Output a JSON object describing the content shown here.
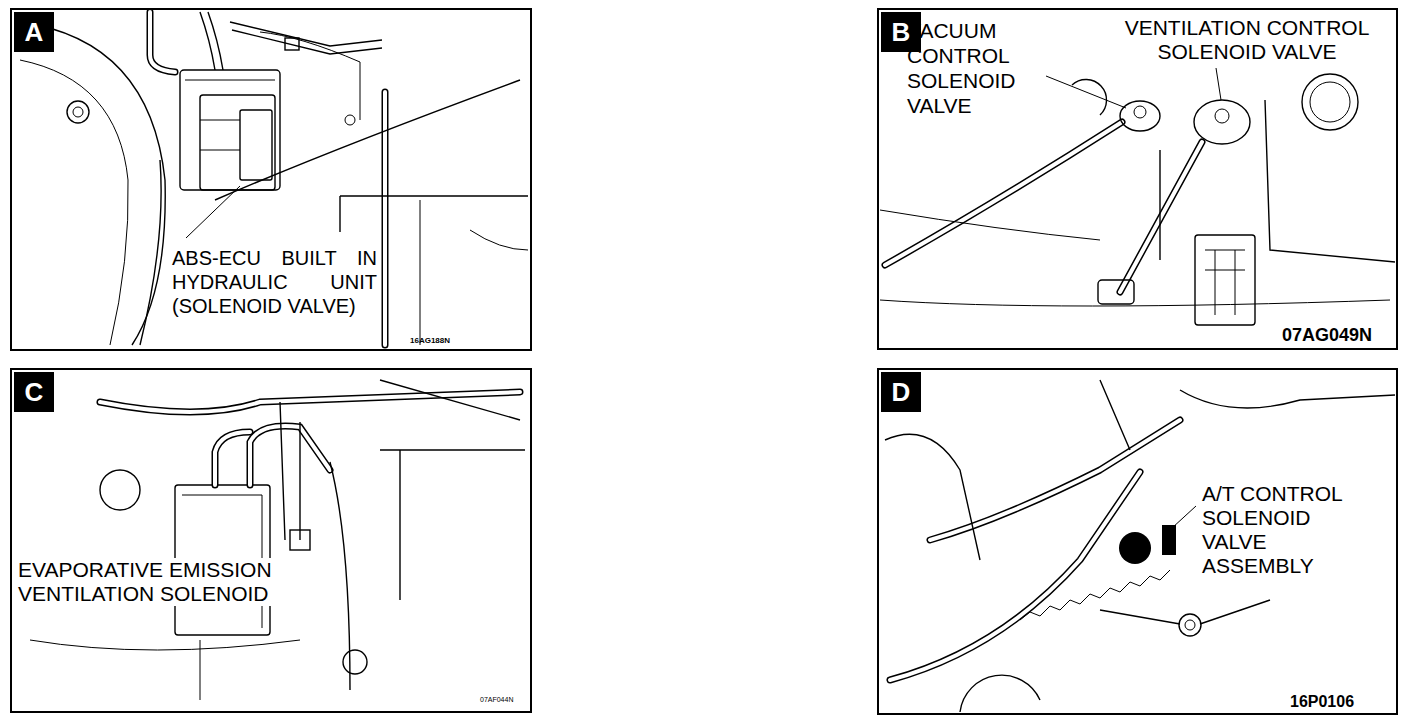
{
  "diagram": {
    "nodes": [
      {
        "text": [
          "ABS-ECU BUILT IN HYDRAULIC UNIT (SOLENOID VALVE)",
          "16AG188N"
        ]
      },
      {
        "text": [
          "A"
        ],
        "in": 0
      },
      {
        "text": [
          "VACUUM CONTROL SOLENOID VALVE",
          "VENTILATION CONTROL SOLENOID VALVE",
          "07AG049N"
        ]
      },
      {
        "text": [
          "B"
        ],
        "in": 2
      },
      {
        "text": [
          "EVAPORATIVE EMISSION VENTILATION SOLENOID",
          "07AF044N"
        ]
      },
      {
        "text": [
          "C"
        ],
        "in": 4
      },
      {
        "text": [
          "A/T CONTROL SOLENOID VALVE ASSEMBLY",
          "16P0106"
        ]
      },
      {
        "text": [
          "D"
        ],
        "in": 6
      }
    ]
  }
}
